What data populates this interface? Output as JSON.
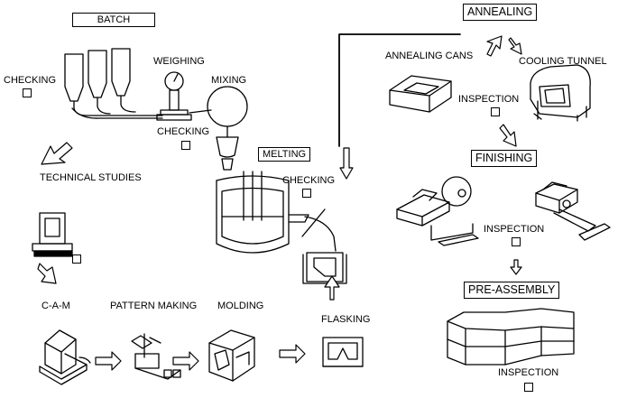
{
  "labels": {
    "batch": "BATCH",
    "checking_left": "CHECKING",
    "weighing": "WEIGHING",
    "mixing": "MIXING",
    "checking_mixer": "CHECKING",
    "melting": "MELTING",
    "checking_furnace": "CHECKING",
    "technical_studies": "TECHNICAL STUDIES",
    "cam": "C-A-M",
    "pattern_making": "PATTERN MAKING",
    "molding": "MOLDING",
    "flasking": "FLASKING",
    "annealing": "ANNEALING",
    "annealing_cans": "ANNEALING CANS",
    "cooling_tunnel": "COOLING TUNNEL",
    "inspection_annealing": "INSPECTION",
    "finishing": "FINISHING",
    "inspection_finishing": "INSPECTION",
    "pre_assembly": "PRE-ASSEMBLY",
    "inspection_final": "INSPECTION"
  }
}
